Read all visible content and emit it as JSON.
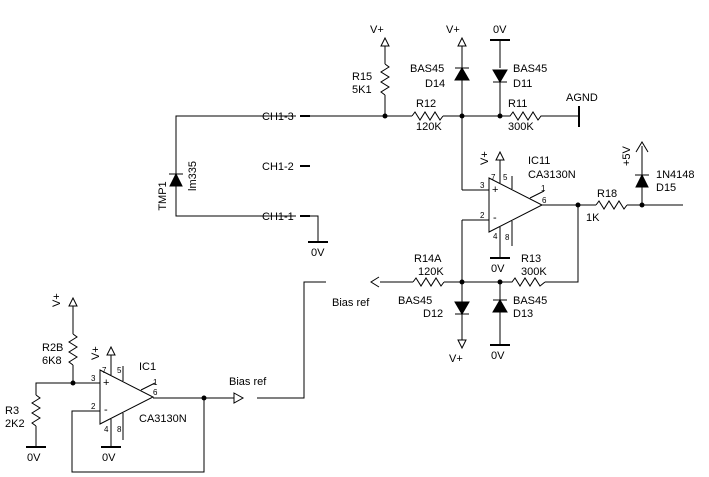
{
  "supplies": {
    "vplus": "V+",
    "zero": "0V",
    "agnd": "AGND",
    "plus5": "+5V"
  },
  "ports": {
    "ch1_3": "CH1-3",
    "ch1_2": "CH1-2",
    "ch1_1": "CH1-1",
    "bias_ref": "Bias ref"
  },
  "components": {
    "tmp1": {
      "ref": "TMP1",
      "value": "lm335"
    },
    "r15": {
      "ref": "R15",
      "value": "5K1"
    },
    "r12": {
      "ref": "R12",
      "value": "120K"
    },
    "r11": {
      "ref": "R11",
      "value": "300K"
    },
    "d14": {
      "ref": "D14",
      "value": "BAS45"
    },
    "d11": {
      "ref": "D11",
      "value": "BAS45"
    },
    "ic11": {
      "ref": "IC11",
      "value": "CA3130N"
    },
    "r18": {
      "ref": "R18",
      "value": "1K"
    },
    "d15": {
      "ref": "D15",
      "value": "1N4148"
    },
    "r14a": {
      "ref": "R14A",
      "value": "120K"
    },
    "r13": {
      "ref": "R13",
      "value": "300K"
    },
    "d12": {
      "ref": "D12",
      "value": "BAS45"
    },
    "d13": {
      "ref": "D13",
      "value": "BAS45"
    },
    "r2b": {
      "ref": "R2B",
      "value": "6K8"
    },
    "r3": {
      "ref": "R3",
      "value": "2K2"
    },
    "ic1": {
      "ref": "IC1",
      "value": "CA3130N"
    }
  },
  "pins": {
    "p1": "1",
    "p2": "2",
    "p3": "3",
    "p4": "4",
    "p5": "5",
    "p6": "6",
    "p7": "7",
    "p8": "8",
    "plus": "+",
    "minus": "-"
  }
}
